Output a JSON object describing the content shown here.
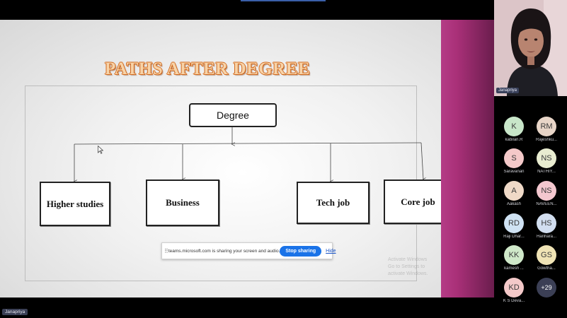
{
  "slide": {
    "title": "PATHS AFTER DEGREE",
    "root_label": "Degree",
    "leaves": [
      "Higher studies",
      "Business",
      "Tech job",
      "Core job"
    ]
  },
  "share_bar": {
    "grip": "⠿",
    "message": "teams.microsoft.com is sharing your screen and audio.",
    "stop_label": "Stop sharing",
    "hide_label": "Hide"
  },
  "watermark": {
    "line1": "Activate Windows",
    "line2": "Go to Settings to activate Windows."
  },
  "presenter_label": "Janapriya",
  "self_view_name": "Janapriya",
  "participants": [
    {
      "initials": "K",
      "name": "kabilan.R",
      "color": "#c8e6c9"
    },
    {
      "initials": "RM",
      "name": "Rajeshku...",
      "color": "#e8d5c8"
    },
    {
      "initials": "S",
      "name": "Saravanan",
      "color": "#f4c9c9"
    },
    {
      "initials": "NS",
      "name": "NATHIY...",
      "color": "#e8ecd0"
    },
    {
      "initials": "A",
      "name": "Aakash",
      "color": "#efd9c7"
    },
    {
      "initials": "NS",
      "name": "NAVEEN...",
      "color": "#f3c7cf"
    },
    {
      "initials": "RD",
      "name": "Raji Dhar...",
      "color": "#cfe2f3"
    },
    {
      "initials": "HS",
      "name": "Harihara...",
      "color": "#d2def0"
    },
    {
      "initials": "KK",
      "name": "kamesh ...",
      "color": "#cfe8c9"
    },
    {
      "initials": "GS",
      "name": "Gowtha...",
      "color": "#efe3b5"
    },
    {
      "initials": "KD",
      "name": "K S Deva...",
      "color": "#f4c9c9"
    }
  ],
  "more_count": "+29",
  "colors": {
    "slide_title": "#f7d3a8",
    "stop_button": "#1a73e8",
    "accent_strip": "#a93078"
  }
}
